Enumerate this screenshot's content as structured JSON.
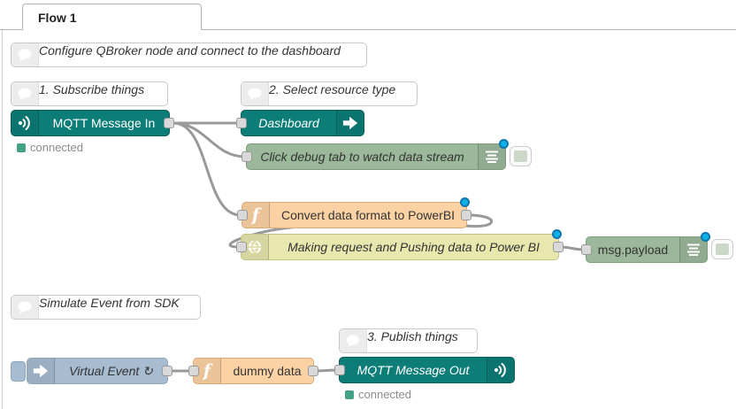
{
  "tab": {
    "title": "Flow 1"
  },
  "comments": {
    "configure": {
      "label": "Configure QBroker node and connect to the dashboard"
    },
    "subscribe": {
      "label": "1. Subscribe things"
    },
    "select": {
      "label": "2. Select resource type"
    },
    "simulate": {
      "label": "Simulate Event from SDK"
    },
    "publish": {
      "label": "3. Publish things"
    }
  },
  "nodes": {
    "mqtt_in": {
      "label": "MQTT Message In",
      "status": "connected"
    },
    "dashboard": {
      "label": "Dashboard"
    },
    "debug_stream": {
      "label": "Click debug tab to watch data stream"
    },
    "convert": {
      "label": "Convert data format to PowerBI"
    },
    "http_push": {
      "label": "Making request and Pushing data to Power BI"
    },
    "msg_payload": {
      "label": "msg.payload"
    },
    "virtual_event": {
      "label": "Virtual Event ↻"
    },
    "dummy_data": {
      "label": "dummy data"
    },
    "mqtt_out": {
      "label": "MQTT Message Out",
      "status": "connected"
    }
  },
  "icons": {
    "function_glyph": "f",
    "comment": "speech-bubble",
    "mqtt": "broadcast-waves",
    "dashboard": "arrow-right",
    "debug": "list-lines",
    "http": "globe",
    "inject": "arrow-right"
  },
  "colors": {
    "teal": "#0d7d78",
    "debug_green": "#9bb89b",
    "function_orange": "#fcd2a5",
    "http_yellow": "#e7e7ae",
    "inject_blue": "#a7bcd0",
    "wire": "#999999",
    "changed_dot": "#0eb0e8",
    "status_green": "#43a185"
  }
}
